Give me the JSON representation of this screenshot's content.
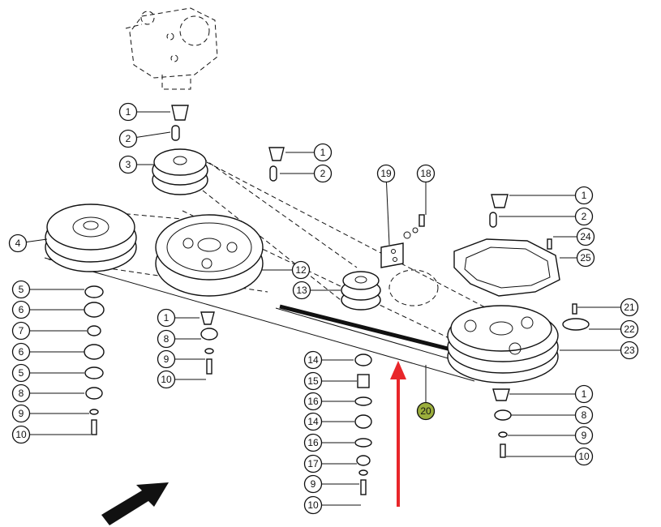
{
  "labels": [
    {
      "id": "a1",
      "text": "1"
    },
    {
      "id": "a2",
      "text": "2"
    },
    {
      "id": "a3",
      "text": "3"
    },
    {
      "id": "a4",
      "text": "4"
    },
    {
      "id": "b1",
      "text": "1"
    },
    {
      "id": "b2",
      "text": "2"
    },
    {
      "id": "c19",
      "text": "19"
    },
    {
      "id": "c18",
      "text": "18"
    },
    {
      "id": "d1",
      "text": "1"
    },
    {
      "id": "d2",
      "text": "2"
    },
    {
      "id": "d24",
      "text": "24"
    },
    {
      "id": "d25",
      "text": "25"
    },
    {
      "id": "e12",
      "text": "12"
    },
    {
      "id": "f13",
      "text": "13"
    },
    {
      "id": "g5",
      "text": "5"
    },
    {
      "id": "g6",
      "text": "6"
    },
    {
      "id": "g7",
      "text": "7"
    },
    {
      "id": "g6b",
      "text": "6"
    },
    {
      "id": "g5b",
      "text": "5"
    },
    {
      "id": "g8",
      "text": "8"
    },
    {
      "id": "g9",
      "text": "9"
    },
    {
      "id": "g10",
      "text": "10"
    },
    {
      "id": "h1",
      "text": "1"
    },
    {
      "id": "h8",
      "text": "8"
    },
    {
      "id": "h9",
      "text": "9"
    },
    {
      "id": "h10",
      "text": "10"
    },
    {
      "id": "i14",
      "text": "14"
    },
    {
      "id": "i15",
      "text": "15"
    },
    {
      "id": "i16",
      "text": "16"
    },
    {
      "id": "i14b",
      "text": "14"
    },
    {
      "id": "i16b",
      "text": "16"
    },
    {
      "id": "i17",
      "text": "17"
    },
    {
      "id": "i9",
      "text": "9"
    },
    {
      "id": "i10",
      "text": "10"
    },
    {
      "id": "j21",
      "text": "21"
    },
    {
      "id": "j22",
      "text": "22"
    },
    {
      "id": "j23",
      "text": "23"
    },
    {
      "id": "k1",
      "text": "1"
    },
    {
      "id": "k8",
      "text": "8"
    },
    {
      "id": "k9",
      "text": "9"
    },
    {
      "id": "k10",
      "text": "10"
    },
    {
      "id": "m20",
      "text": "20"
    }
  ],
  "colors": {
    "line": "#111111",
    "highlight_arrow": "#e8262a",
    "callout_20_fill": "#9bae3c"
  },
  "icons": [
    "gearbox",
    "pulley",
    "belt",
    "arrow-direction",
    "arrow-highlight"
  ]
}
